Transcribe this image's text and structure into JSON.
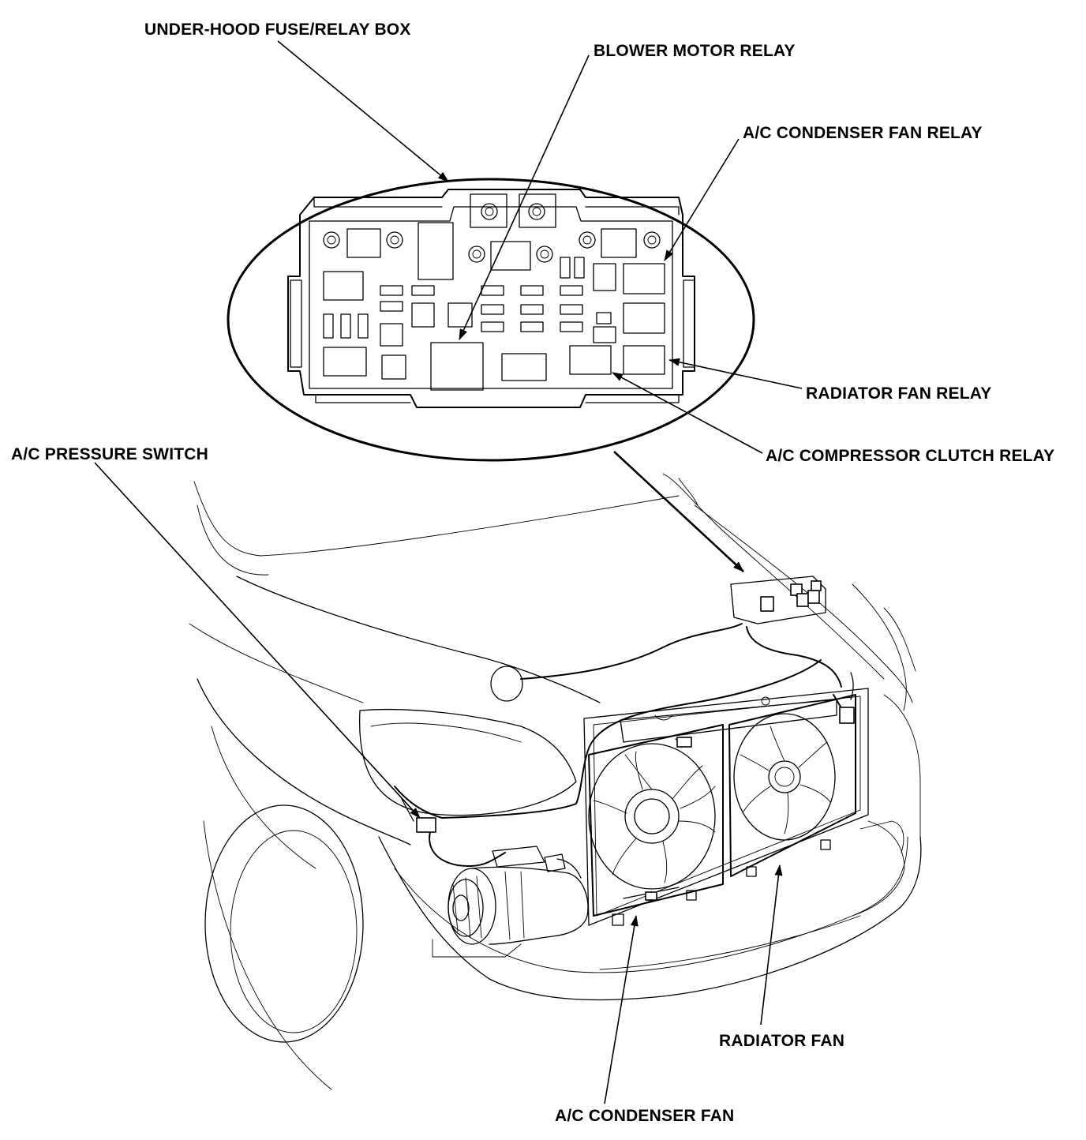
{
  "labels": {
    "under_hood_fuse_relay_box": "UNDER-HOOD FUSE/RELAY BOX",
    "blower_motor_relay": "BLOWER MOTOR RELAY",
    "ac_condenser_fan_relay": "A/C CONDENSER FAN RELAY",
    "radiator_fan_relay": "RADIATOR FAN RELAY",
    "ac_compressor_clutch_relay": "A/C COMPRESSOR CLUTCH RELAY",
    "ac_pressure_switch": "A/C PRESSURE SWITCH",
    "radiator_fan": "RADIATOR FAN",
    "ac_condenser_fan": "A/C CONDENSER FAN"
  },
  "colors": {
    "ink": "#000000",
    "paper": "#ffffff"
  }
}
